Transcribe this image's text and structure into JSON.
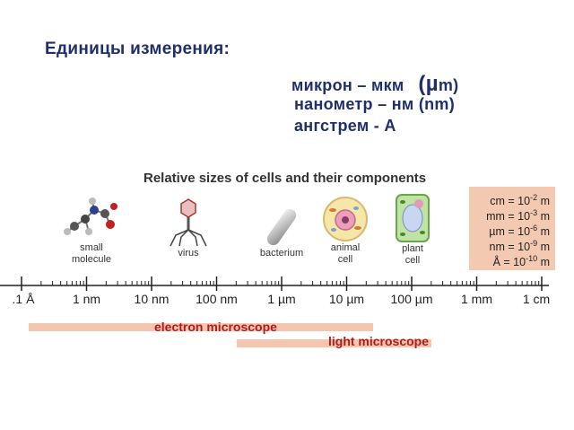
{
  "units": {
    "title": "Единицы измерения:",
    "line1_prefix": "микрон – мкм",
    "line1_paren_open": "(",
    "line1_mu": "µ",
    "line1_rest": "m)",
    "line2": "нанометр – нм  (nm)",
    "line3": "ангстрем - А"
  },
  "figure": {
    "title": "Relative sizes of cells and their components",
    "objects": [
      {
        "line1": "small",
        "line2": "molecule"
      },
      {
        "line1": "virus",
        "line2": ""
      },
      {
        "line1": "bacterium",
        "line2": ""
      },
      {
        "line1": "animal",
        "line2": "cell"
      },
      {
        "line1": "plant",
        "line2": "cell"
      }
    ],
    "conversions": [
      {
        "unit": "cm",
        "exp": "-2"
      },
      {
        "unit": "mm",
        "exp": "-3"
      },
      {
        "unit": "µm",
        "exp": "-6"
      },
      {
        "unit": "nm",
        "exp": "-9"
      },
      {
        "unit": "Å",
        "exp": "-10"
      }
    ],
    "conversion_base": "= 10",
    "conversion_suffix": "m",
    "scale_labels": [
      ".1 Å",
      "1 nm",
      "10 nm",
      "100 nm",
      "1 µm",
      "10 µm",
      "100 µm",
      "1 mm",
      "1 cm"
    ],
    "microscopes": [
      {
        "name": "electron microscope",
        "from_decade": 0,
        "to_decade": 5.4
      },
      {
        "name": "light microscope",
        "from_decade": 3.2,
        "to_decade": 6.3
      }
    ],
    "colors": {
      "bar": "#f4c6b0",
      "microscope_text": "#b21a1a",
      "title_ru": "#1f2f6b"
    }
  }
}
